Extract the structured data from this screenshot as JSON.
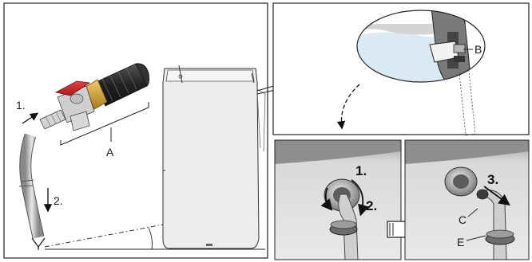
{
  "panel_left": {
    "step_1": "1.",
    "step_2": "2.",
    "label_a": "A"
  },
  "panel_detail": {
    "label_b": "B"
  },
  "panel_step_a": {
    "step_1": "1.",
    "step_2": "2."
  },
  "panel_step_b": {
    "step_3": "3.",
    "label_c": "C",
    "label_e": "E"
  },
  "colors": {
    "valve_handle": "#d42a2a",
    "brass": "#d7a642",
    "tank_fill": "#eeeeee",
    "panel_bg": "#e6e6e6",
    "water": "#dbe9f3"
  }
}
